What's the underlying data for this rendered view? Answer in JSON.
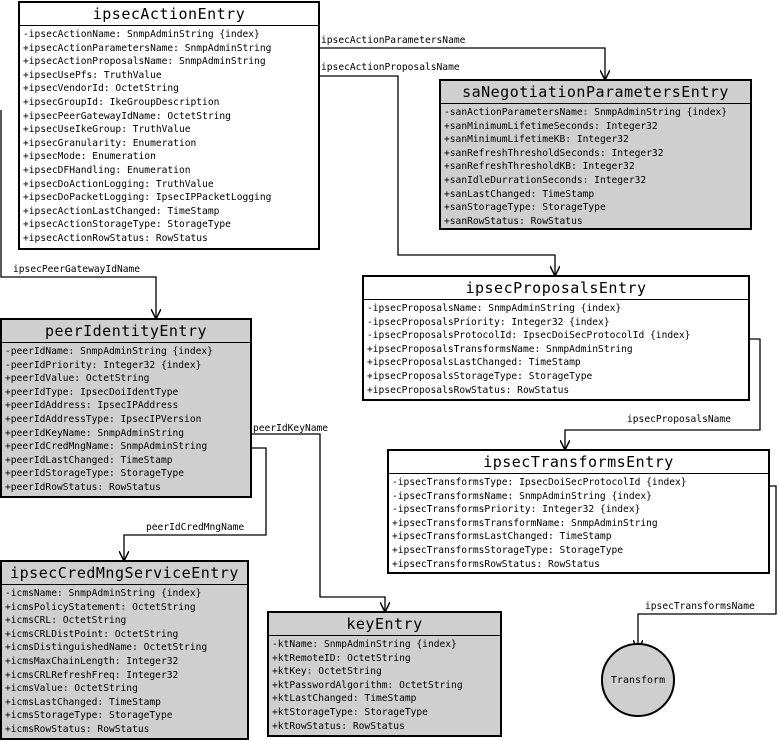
{
  "entities": [
    {
      "id": "ipsecActionEntry",
      "title": "ipsecActionEntry",
      "shaded": false,
      "rows": [
        "-ipsecActionName: SnmpAdminString {index}",
        "+ipsecActionParametersName: SnmpAdminString",
        "+ipsecActionProposalsName: SnmpAdminString",
        "+ipsecUsePfs: TruthValue",
        "+ipsecVendorId: OctetString",
        "+ipsecGroupId: IkeGroupDescription",
        "+ipsecPeerGatewayIdName: OctetString",
        "+ipsecUseIkeGroup: TruthValue",
        "+ipsecGranularity: Enumeration",
        "+ipsecMode: Enumeration",
        "+ipsecDFHandling: Enumeration",
        "+ipsecDoActionLogging: TruthValue",
        "+ipsecDoPacketLogging: IpsecIPPacketLogging",
        "+ipsecActionLastChanged: TimeStamp",
        "+ipsecActionStorageType: StorageType",
        "+ipsecActionRowStatus: RowStatus"
      ]
    },
    {
      "id": "saNegotiationParametersEntry",
      "title": "saNegotiationParametersEntry",
      "shaded": true,
      "rows": [
        "-sanActionParametersName: SnmpAdminString {index}",
        "+sanMinimumLifetimeSeconds: Integer32",
        "+sanMinimumLifetimeKB: Integer32",
        "+sanRefreshThresholdSeconds: Integer32",
        "+sanRefreshThresholdKB: Integer32",
        "+sanIdleDurrationSeconds: Integer32",
        "+sanLastChanged: TimeStamp",
        "+sanStorageType: StorageType",
        "+sanRowStatus: RowStatus"
      ]
    },
    {
      "id": "ipsecProposalsEntry",
      "title": "ipsecProposalsEntry",
      "shaded": false,
      "rows": [
        "-ipsecProposalsName: SnmpAdminString {index}",
        "-ipsecProposalsPriority: Integer32 {index}",
        "-ipsecProposalsProtocolId: IpsecDoiSecProtocolId {index}",
        "+ipsecProposalsTransformsName: SnmpAdminString",
        "+ipsecProposalsLastChanged: TimeStamp",
        "+ipsecProposalsStorageType: StorageType",
        "+ipsecProposalsRowStatus: RowStatus"
      ]
    },
    {
      "id": "ipsecTransformsEntry",
      "title": "ipsecTransformsEntry",
      "shaded": false,
      "rows": [
        "-ipsecTransformsType: IpsecDoiSecProtocolId {index}",
        "-ipsecTransformsName: SnmpAdminString {index}",
        "-ipsecTransformsPriority: Integer32 {index}",
        "+ipsecTransformsTransformName: SnmpAdminString",
        "+ipsecTransformsLastChanged: TimeStamp",
        "+ipsecTransformsStorageType: StorageType",
        "+ipsecTransformsRowStatus: RowStatus"
      ]
    },
    {
      "id": "peerIdentityEntry",
      "title": "peerIdentityEntry",
      "shaded": true,
      "rows": [
        "-peerIdName: SnmpAdminString {index}",
        "-peerIdPriority: Integer32 {index}",
        "+peerIdValue: OctetString",
        "+peerIdType: IpsecDoiIdentType",
        "+peerIdAddress: IpsecIPAddress",
        "+peerIdAddressType: IpsecIPVersion",
        "+peerIdKeyName: SnmpAdminString",
        "+peerIdCredMngName: SnmpAdminString",
        "+peerIdLastChanged: TimeStamp",
        "+peerIdStorageType: StorageType",
        "+peerIdRowStatus: RowStatus"
      ]
    },
    {
      "id": "ipsecCredMngServiceEntry",
      "title": "ipsecCredMngServiceEntry",
      "shaded": true,
      "rows": [
        "-icmsName: SnmpAdminString {index}",
        "+icmsPolicyStatement: OctetString",
        "+icmsCRL: OctetString",
        "+icmsCRLDistPoint: OctetString",
        "+icmsDistinguishedName: OctetString",
        "+icmsMaxChainLength: Integer32",
        "+icmsCRLRefreshFreq: Integer32",
        "+icmsValue: OctetString",
        "+icmsLastChanged: TimeStamp",
        "+icmsStorageType: StorageType",
        "+icmsRowStatus: RowStatus"
      ]
    },
    {
      "id": "keyEntry",
      "title": "keyEntry",
      "shaded": true,
      "rows": [
        "-ktName: SnmpAdminString {index}",
        "+ktRemoteID: OctetString",
        "+ktKey: OctetString",
        "+ktPasswordAlgorithm: OctetString",
        "+ktLastChanged: TimeStamp",
        "+ktStorageType: StorageType",
        "+ktRowStatus: RowStatus"
      ]
    }
  ],
  "transform_node": {
    "label": "Transform"
  },
  "edges": [
    {
      "id": "e1",
      "label": "ipsecActionParametersName"
    },
    {
      "id": "e2",
      "label": "ipsecActionProposalsName"
    },
    {
      "id": "e3",
      "label": "ipsecPeerGatewayIdName"
    },
    {
      "id": "e4",
      "label": "ipsecProposalsName"
    },
    {
      "id": "e5",
      "label": "ipsecTransformsName"
    },
    {
      "id": "e6",
      "label": "peerIdKeyName"
    },
    {
      "id": "e7",
      "label": "peerIdCredMngName"
    }
  ]
}
